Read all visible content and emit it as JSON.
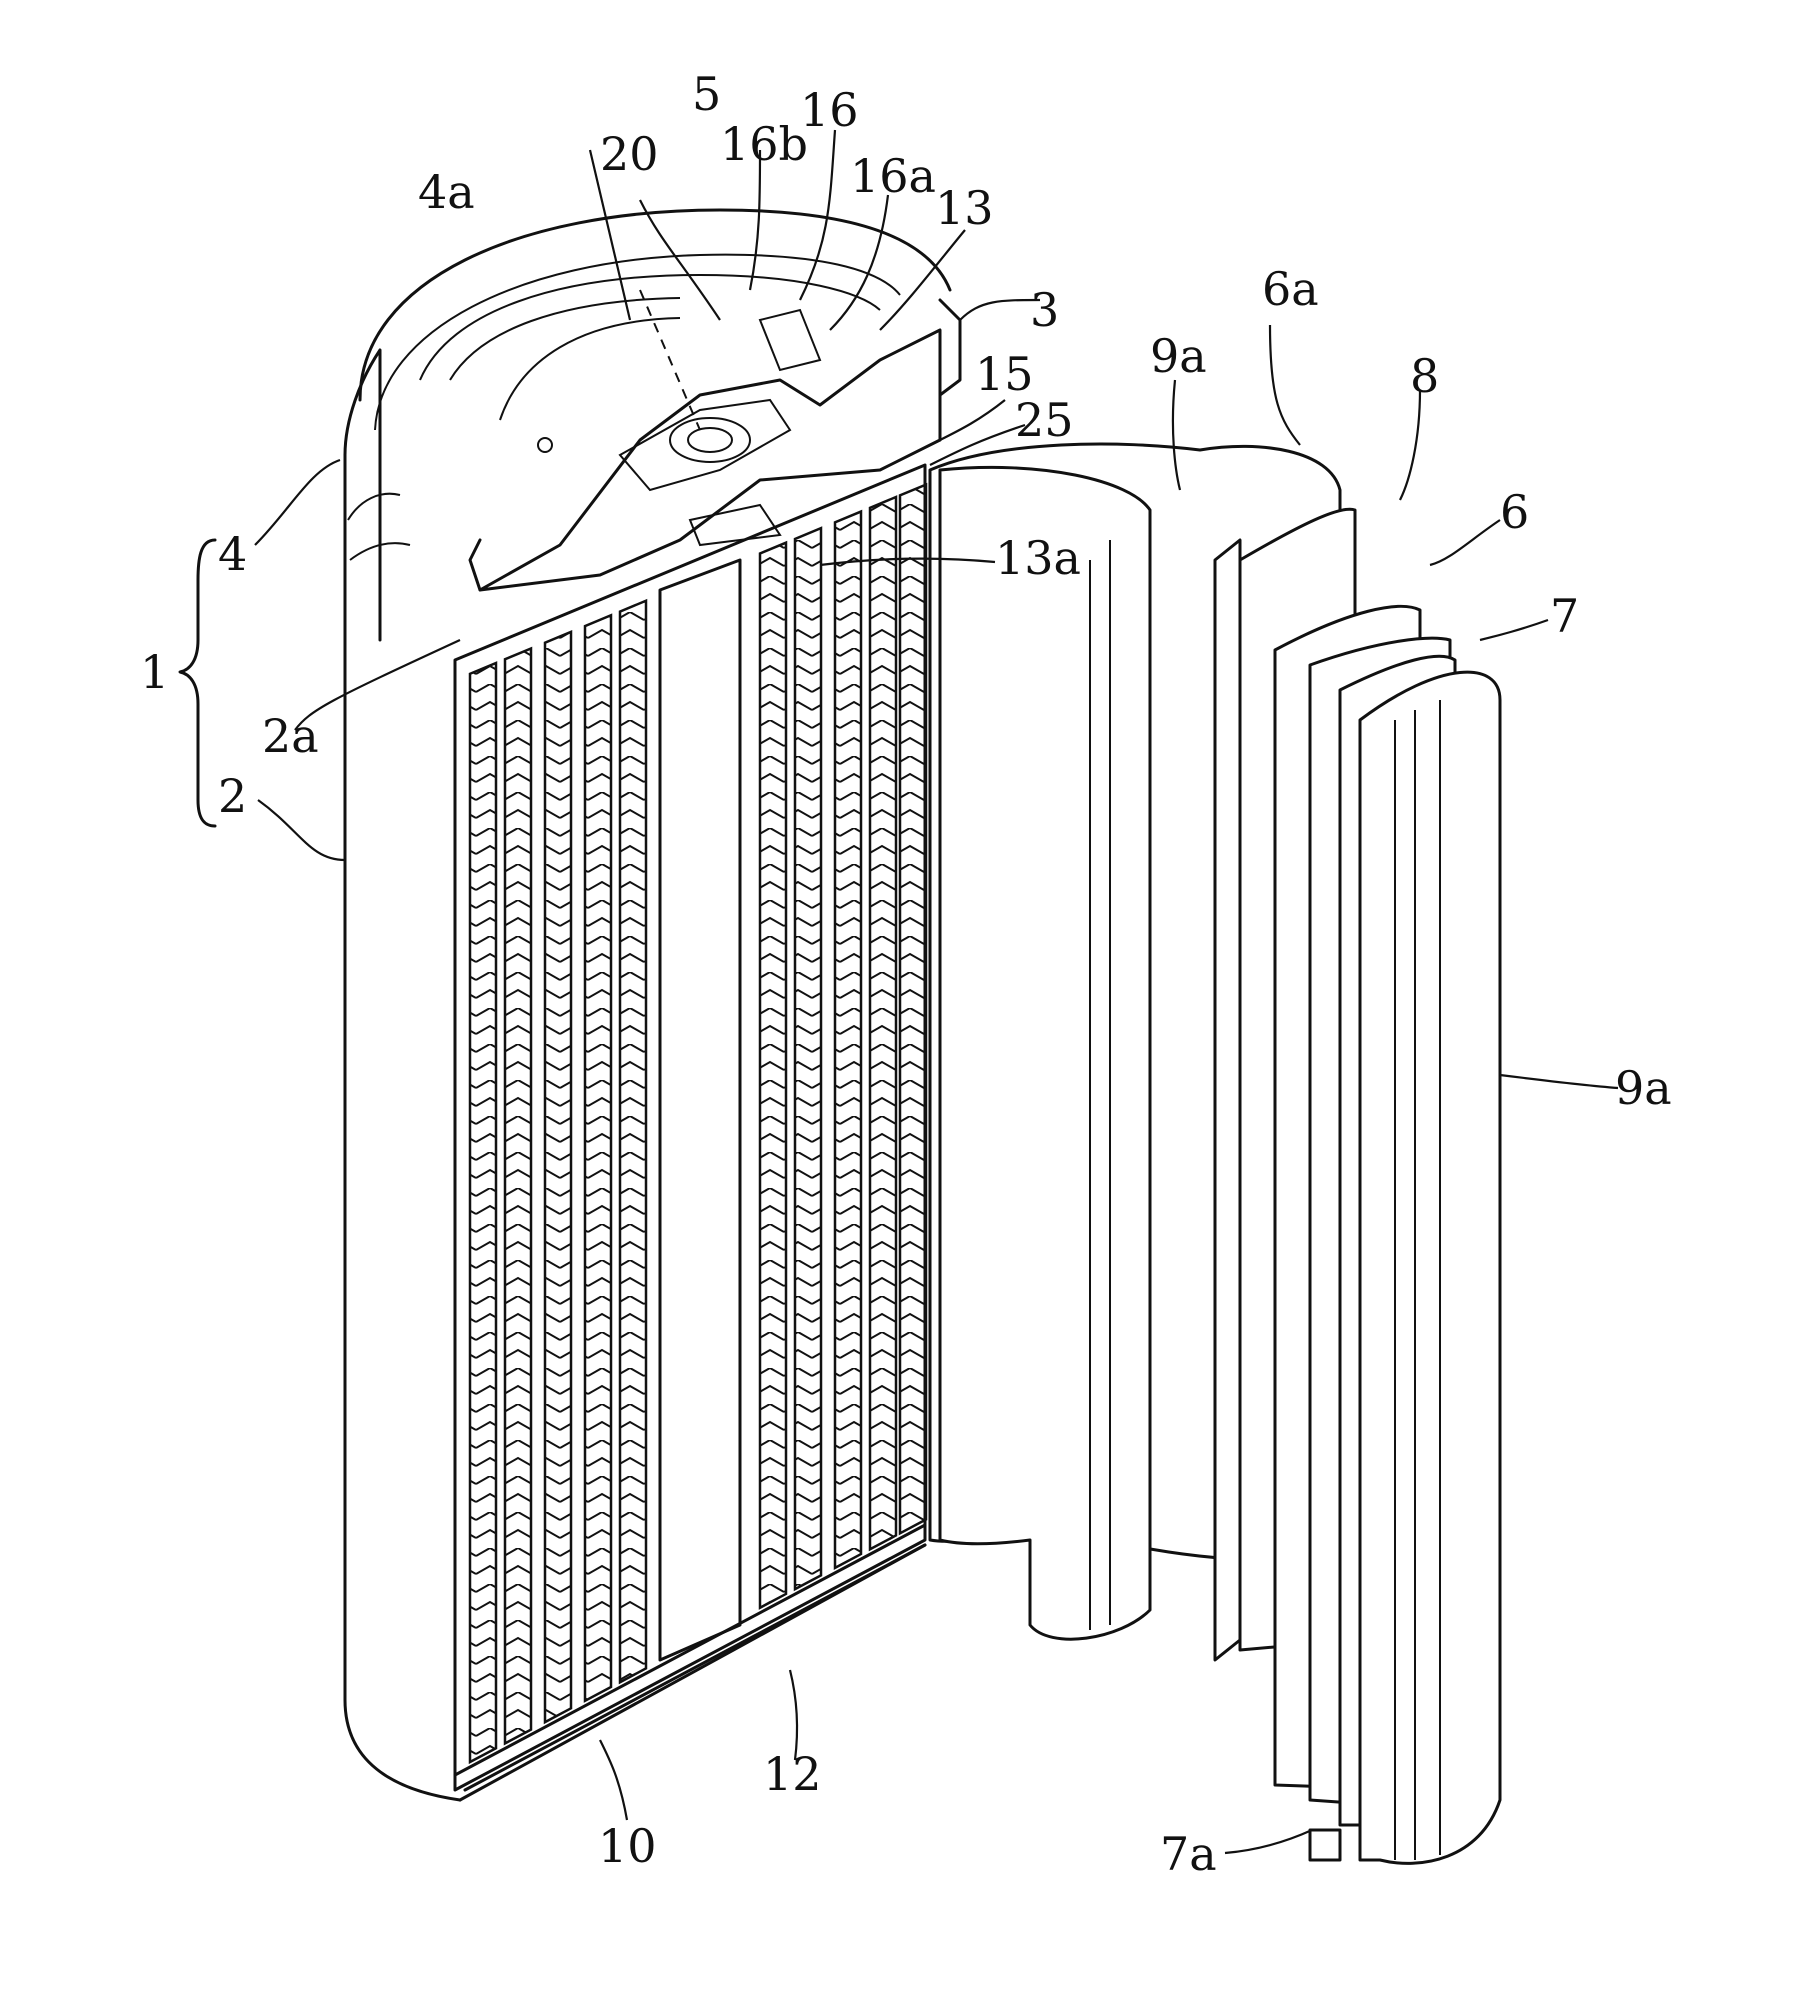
{
  "labels": {
    "l_5": "5",
    "l_16": "16",
    "l_20": "20",
    "l_16b": "16b",
    "l_16a": "16a",
    "l_13": "13",
    "l_4a": "4a",
    "l_3": "3",
    "l_6a": "6a",
    "l_9a_top": "9a",
    "l_15": "15",
    "l_25": "25",
    "l_8": "8",
    "l_6": "6",
    "l_4": "4",
    "l_13a": "13a",
    "l_7": "7",
    "l_1": "1",
    "l_2a": "2a",
    "l_2": "2",
    "l_9a_right": "9a",
    "l_12": "12",
    "l_10": "10",
    "l_7a": "7a"
  },
  "colors": {
    "ink": "#111111",
    "paper": "#ffffff"
  }
}
